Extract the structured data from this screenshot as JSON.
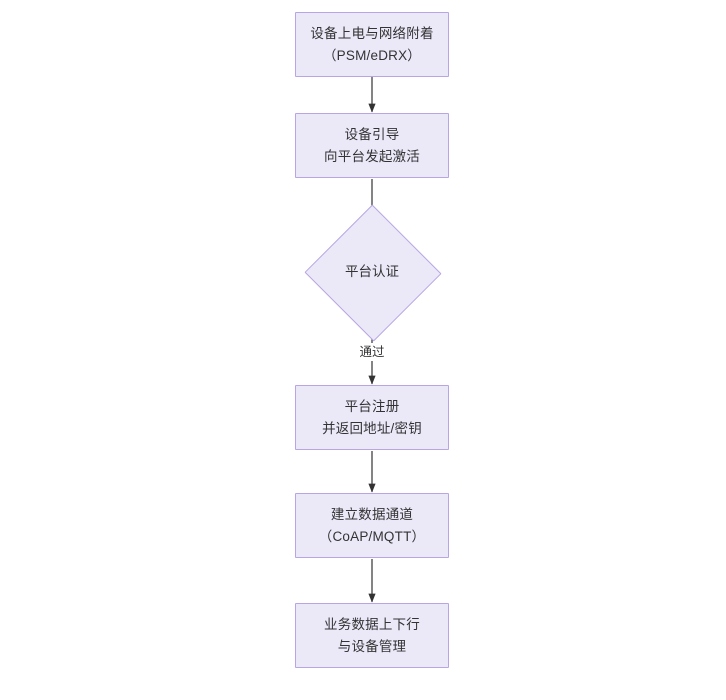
{
  "diagram": {
    "type": "flowchart",
    "orientation": "top-to-bottom",
    "background_color": "#ffffff",
    "node_fill_color": "#ebe8f8",
    "node_border_color": "#b9a5e3",
    "text_color": "#333333",
    "edge_color": "#333333",
    "nodes": [
      {
        "id": "power-on",
        "shape": "rectangle",
        "lines": [
          "设备上电与网络附着",
          "（PSM/eDRX）"
        ]
      },
      {
        "id": "bootstrap",
        "shape": "rectangle",
        "lines": [
          "设备引导",
          "向平台发起激活"
        ]
      },
      {
        "id": "platform-auth",
        "shape": "diamond",
        "lines": [
          "平台认证"
        ]
      },
      {
        "id": "platform-register",
        "shape": "rectangle",
        "lines": [
          "平台注册",
          "并返回地址/密钥"
        ]
      },
      {
        "id": "data-channel",
        "shape": "rectangle",
        "lines": [
          "建立数据通道",
          "（CoAP/MQTT）"
        ]
      },
      {
        "id": "service-data",
        "shape": "rectangle",
        "lines": [
          "业务数据上下行",
          "与设备管理"
        ]
      }
    ],
    "edges": [
      {
        "id": "power-on-to-bootstrap",
        "from": "power-on",
        "to": "bootstrap",
        "label": ""
      },
      {
        "id": "bootstrap-to-platform-auth",
        "from": "bootstrap",
        "to": "platform-auth",
        "label": ""
      },
      {
        "id": "platform-auth-to-platform-register",
        "from": "platform-auth",
        "to": "platform-register",
        "label": "通过"
      },
      {
        "id": "platform-register-to-data-channel",
        "from": "platform-register",
        "to": "data-channel",
        "label": ""
      },
      {
        "id": "data-channel-to-service-data",
        "from": "data-channel",
        "to": "service-data",
        "label": ""
      }
    ]
  }
}
